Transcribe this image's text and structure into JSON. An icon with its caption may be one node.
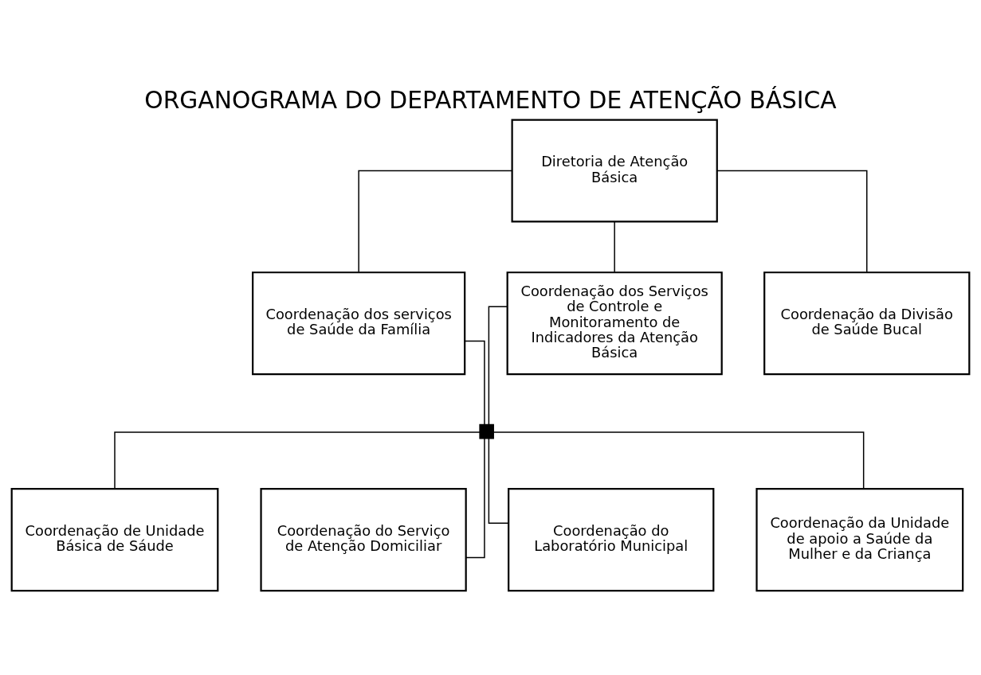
{
  "diagram": {
    "title": "ORGANOGRAMA DO DEPARTAMENTO DE ATENÇÃO BÁSICA",
    "nodes": [
      {
        "text": [
          "Diretoria de Atenção Básica"
        ]
      },
      {
        "text": [
          "Coordenação dos serviços de Saúde da Família"
        ]
      },
      {
        "text": [
          "Coordenação dos Serviços de Controle e Monitoramento de Indicadores da Atenção Básica"
        ]
      },
      {
        "text": [
          "Coordenação da Divisão de Saúde Bucal"
        ]
      },
      {
        "text": [],
        "shape": "box"
      },
      {
        "text": [
          "Coordenação de Unidade Básica de Sáude"
        ]
      },
      {
        "text": [
          "Coordenação do Serviço de Atenção Domiciliar"
        ]
      },
      {
        "text": [
          "Coordenação do Laboratório Municipal"
        ]
      },
      {
        "text": [
          "Coordenação da Unidade de apoio a Saúde da Mulher e da Criança"
        ]
      }
    ],
    "edges": [
      {
        "from": 0,
        "to": 1,
        "arrow": "none"
      },
      {
        "from": 0,
        "to": 2,
        "arrow": "none"
      },
      {
        "from": 0,
        "to": 3,
        "arrow": "none"
      },
      {
        "from": 1,
        "to": 4,
        "arrow": "none"
      },
      {
        "from": 2,
        "to": 4,
        "arrow": "none"
      },
      {
        "from": 4,
        "to": 5,
        "arrow": "none"
      },
      {
        "from": 4,
        "to": 6,
        "arrow": "none"
      },
      {
        "from": 4,
        "to": 7,
        "arrow": "none"
      },
      {
        "from": 4,
        "to": 8,
        "arrow": "none"
      }
    ]
  }
}
